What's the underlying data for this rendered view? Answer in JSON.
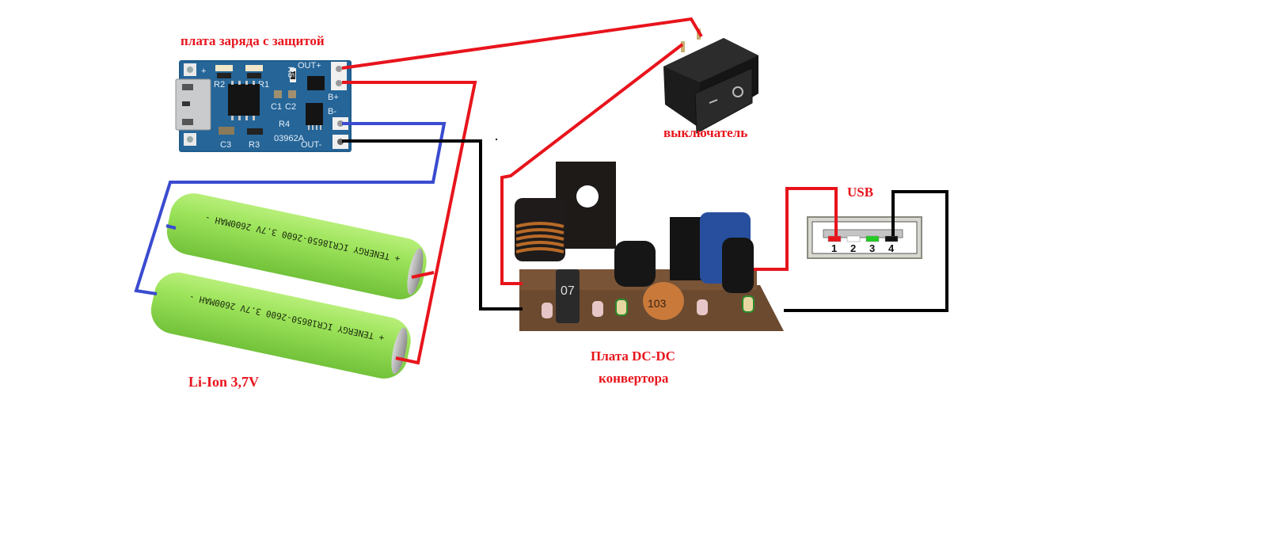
{
  "diagram": {
    "title": "Li-Ion power bank wiring diagram",
    "components": {
      "charger": {
        "label": "плата заряда с защитой",
        "pads": {
          "out_plus": "OUT+",
          "b_plus": "B+",
          "b_minus": "B-",
          "out_minus": "OUT-",
          "in_plus": "+",
          "in_minus": "-"
        },
        "silkscreen": [
          "R2",
          "R1",
          "R5",
          "C1",
          "C2",
          "R4",
          "C3",
          "R3",
          "03962A"
        ]
      },
      "switch": {
        "label": "выключатель",
        "symbols": [
          "—",
          "O"
        ]
      },
      "battery": {
        "label": "Li-Ion 3,7V",
        "cell_text": "+ TENERGY ICR18650-2600 3.7V 2600MAH -",
        "count": 2
      },
      "converter": {
        "label_line1": "Плата DC-DC",
        "label_line2": "конвертора",
        "markings": [
          "07",
          "103"
        ]
      },
      "usb": {
        "label": "USB",
        "pins": [
          {
            "num": "1",
            "color": "#e8141c"
          },
          {
            "num": "2",
            "color": "#ffffff"
          },
          {
            "num": "3",
            "color": "#22cc22"
          },
          {
            "num": "4",
            "color": "#111111"
          }
        ]
      }
    },
    "wire_colors": {
      "positive": "#e8141c",
      "negative_batt": "#3a4bd0",
      "ground": "#000000"
    }
  }
}
